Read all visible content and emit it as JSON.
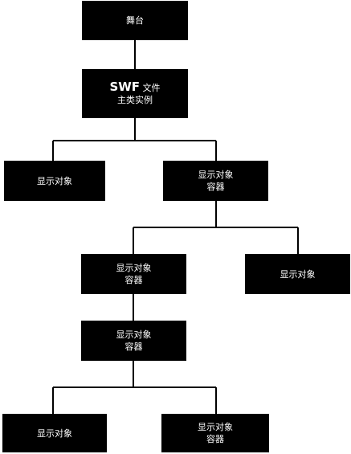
{
  "nodes": {
    "stage": {
      "label": "舞台"
    },
    "main_instance": {
      "prefix": "SWF",
      "line1": " 文件",
      "line2": "主类实例"
    },
    "display_object_1": {
      "label": "显示对象"
    },
    "container_1": {
      "line1": "显示对象",
      "line2": "容器"
    },
    "container_2": {
      "line1": "显示对象",
      "line2": "容器"
    },
    "display_object_2": {
      "label": "显示对象"
    },
    "container_3": {
      "line1": "显示对象",
      "line2": "容器"
    },
    "display_object_3": {
      "label": "显示对象"
    },
    "container_4": {
      "line1": "显示对象",
      "line2": "容器"
    }
  }
}
